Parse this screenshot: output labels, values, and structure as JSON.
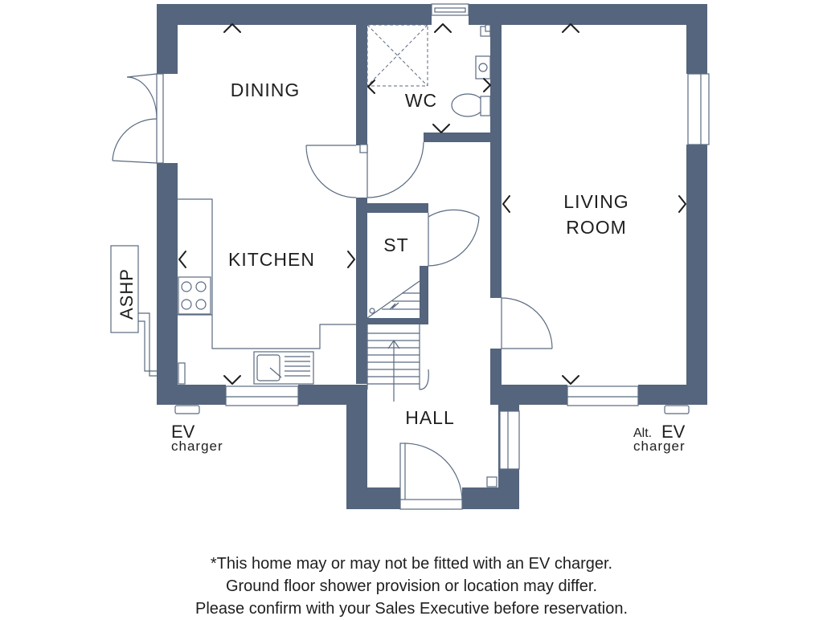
{
  "rooms": {
    "dining": "DINING",
    "wc": "WC",
    "kitchen": "KITCHEN",
    "st": "ST",
    "living_line1": "LIVING",
    "living_line2": "ROOM",
    "hall": "HALL"
  },
  "ashp": "ASHP",
  "ev_left": {
    "big": "EV",
    "small": "charger"
  },
  "ev_right": {
    "alt": "Alt.",
    "big": "EV",
    "small": "charger"
  },
  "disclaimer": [
    "*This home may or may not be fitted with an EV charger.",
    "Ground floor shower provision or location may differ.",
    "Please confirm with your Sales Executive before reservation."
  ],
  "colors": {
    "wall": "#54657d",
    "text": "#1f1f1f"
  }
}
